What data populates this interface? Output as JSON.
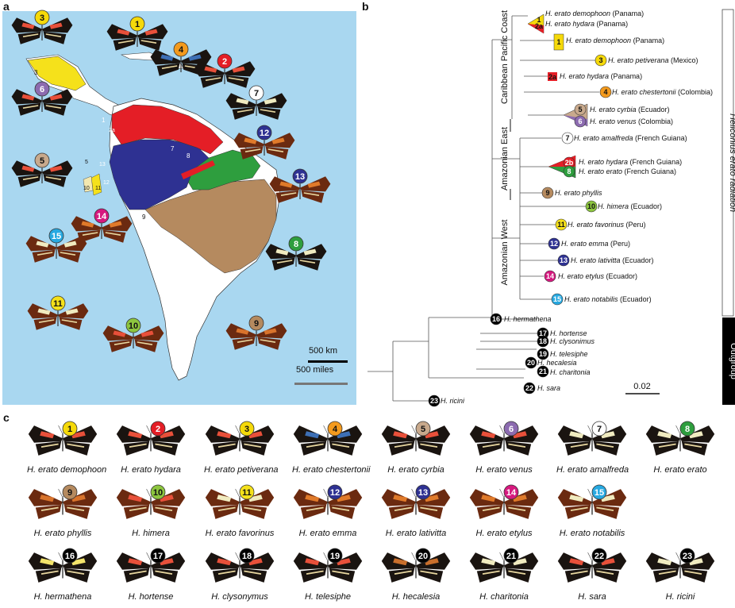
{
  "panels": {
    "a": "a",
    "b": "b",
    "c": "c"
  },
  "map": {
    "scale_km": "500 km",
    "scale_miles": "500 miles",
    "region_numbers": [
      "3",
      "1",
      "2a",
      "7",
      "8",
      "13",
      "12",
      "10",
      "11",
      "5",
      "9"
    ],
    "colors": {
      "ocean": "#a9d7f0",
      "land": "#ffffff",
      "red": "#e41e26",
      "blue": "#2e3192",
      "green": "#2e9e3e",
      "brown": "#b58a5f",
      "yellow": "#f5e11b"
    }
  },
  "tree": {
    "clade_labels": [
      "Caribbean Pacific Coast",
      "Amazonian East",
      "Amazonian West"
    ],
    "radiation_label": "Heliconius erato radiation",
    "outgroup_label": "Outgroup",
    "scale_label": "0.02",
    "tips": [
      {
        "badge": "1",
        "name": "H. erato demophoon",
        "loc": "(Panama)",
        "color": "#f5d90a"
      },
      {
        "badge": "2a",
        "name": "H. erato hydara",
        "loc": "(Panama)",
        "color": "#e41e26"
      },
      {
        "badge": "1",
        "name": "H. erato demophoon",
        "loc": "(Panama)",
        "color": "#f5d90a"
      },
      {
        "badge": "3",
        "name": "H. erato petiverana",
        "loc": "(Mexico)",
        "color": "#f5d90a"
      },
      {
        "badge": "2a",
        "name": "H. erato hydara",
        "loc": "(Panama)",
        "color": "#e41e26"
      },
      {
        "badge": "4",
        "name": "H. erato chestertonii",
        "loc": "(Colombia)",
        "color": "#f39a1e"
      },
      {
        "badge": "5",
        "name": "H. erato cyrbia",
        "loc": "(Ecuador)",
        "color": "#c8a98c"
      },
      {
        "badge": "6",
        "name": "H. erato venus",
        "loc": "(Colombia)",
        "color": "#8c6bb0"
      },
      {
        "badge": "7",
        "name": "H. erato amalfreda",
        "loc": "(French Guiana)",
        "color": "#ffffff"
      },
      {
        "badge": "2b",
        "name": "H. erato hydara",
        "loc": "(French Guiana)",
        "color": "#e41e26"
      },
      {
        "badge": "8",
        "name": "H. erato erato",
        "loc": "(French Guiana)",
        "color": "#2e9e3e"
      },
      {
        "badge": "9",
        "name": "H. erato phyllis",
        "loc": "",
        "color": "#b58a5f"
      },
      {
        "badge": "10",
        "name": "H. himera",
        "loc": "(Ecuador)",
        "color": "#8dc63f"
      },
      {
        "badge": "11",
        "name": "H. erato favorinus",
        "loc": "(Peru)",
        "color": "#f5e11b"
      },
      {
        "badge": "12",
        "name": "H. erato emma",
        "loc": "(Peru)",
        "color": "#2e3192"
      },
      {
        "badge": "13",
        "name": "H. erato lativitta",
        "loc": "(Ecuador)",
        "color": "#2e3192"
      },
      {
        "badge": "14",
        "name": "H. erato etylus",
        "loc": "(Ecuador)",
        "color": "#d6197f"
      },
      {
        "badge": "15",
        "name": "H. erato notabilis",
        "loc": "(Ecuador)",
        "color": "#27a9e1"
      },
      {
        "badge": "16",
        "name": "H. hermathena",
        "loc": "",
        "color": "#000000"
      },
      {
        "badge": "17",
        "name": "H. hortense",
        "loc": "",
        "color": "#000000"
      },
      {
        "badge": "18",
        "name": "H. clysonimus",
        "loc": "",
        "color": "#000000"
      },
      {
        "badge": "19",
        "name": "H. telesiphe",
        "loc": "",
        "color": "#000000"
      },
      {
        "badge": "20",
        "name": "H. hecalesia",
        "loc": "",
        "color": "#000000"
      },
      {
        "badge": "21",
        "name": "H. charitonia",
        "loc": "",
        "color": "#000000"
      },
      {
        "badge": "22",
        "name": "H. sara",
        "loc": "",
        "color": "#000000"
      },
      {
        "badge": "23",
        "name": "H. ricini",
        "loc": "",
        "color": "#000000"
      }
    ]
  },
  "butterflies": {
    "row1": [
      {
        "badge": "1",
        "label": "H. erato demophoon",
        "color": "#f5d90a"
      },
      {
        "badge": "2",
        "label": "H. erato hydara",
        "color": "#e41e26"
      },
      {
        "badge": "3",
        "label": "H. erato petiverana",
        "color": "#f5d90a"
      },
      {
        "badge": "4",
        "label": "H. erato chestertonii",
        "color": "#f39a1e"
      },
      {
        "badge": "5",
        "label": "H. erato cyrbia",
        "color": "#c8a98c"
      },
      {
        "badge": "6",
        "label": "H. erato venus",
        "color": "#8c6bb0"
      },
      {
        "badge": "7",
        "label": "H. erato amalfreda",
        "color": "#ffffff"
      },
      {
        "badge": "8",
        "label": "H. erato erato",
        "color": "#2e9e3e"
      }
    ],
    "row2": [
      {
        "badge": "9",
        "label": "H. erato phyllis",
        "color": "#b58a5f"
      },
      {
        "badge": "10",
        "label": "H. himera",
        "color": "#8dc63f"
      },
      {
        "badge": "11",
        "label": "H. erato favorinus",
        "color": "#f5e11b"
      },
      {
        "badge": "12",
        "label": "H. erato emma",
        "color": "#2e3192"
      },
      {
        "badge": "13",
        "label": "H. erato lativitta",
        "color": "#2e3192"
      },
      {
        "badge": "14",
        "label": "H. erato etylus",
        "color": "#d6197f"
      },
      {
        "badge": "15",
        "label": "H. erato notabilis",
        "color": "#27a9e1"
      }
    ],
    "row3": [
      {
        "badge": "16",
        "label": "H. hermathena",
        "color": "#000000"
      },
      {
        "badge": "17",
        "label": "H. hortense",
        "color": "#000000"
      },
      {
        "badge": "18",
        "label": "H. clysonymus",
        "color": "#000000"
      },
      {
        "badge": "19",
        "label": "H. telesiphe",
        "color": "#000000"
      },
      {
        "badge": "20",
        "label": "H. hecalesia",
        "color": "#000000"
      },
      {
        "badge": "21",
        "label": "H. charitonia",
        "color": "#000000"
      },
      {
        "badge": "22",
        "label": "H. sara",
        "color": "#000000"
      },
      {
        "badge": "23",
        "label": "H. ricini",
        "color": "#000000"
      }
    ]
  }
}
